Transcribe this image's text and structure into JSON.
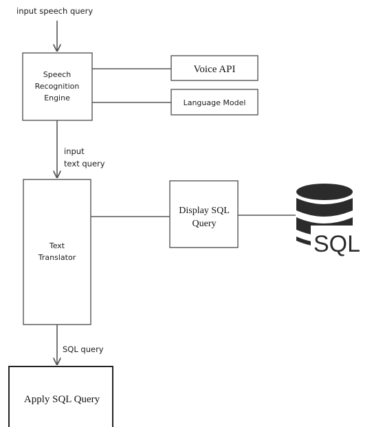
{
  "labels": {
    "input_speech": "input speech query",
    "input_text_1": "input",
    "input_text_2": "text query",
    "sql_query": "SQL query"
  },
  "nodes": {
    "speech_engine": [
      "Speech",
      "Recognition",
      "Engine"
    ],
    "voice_api": "Voice API",
    "language_model": "Language Model",
    "text_translator": [
      "Text",
      "Translator"
    ],
    "display_sql": [
      "Display SQL",
      "Query"
    ],
    "apply_sql": "Apply SQL Query"
  },
  "database_icon": {
    "icon": "database-icon",
    "label": "SQL",
    "color": "#2b2b2b"
  }
}
